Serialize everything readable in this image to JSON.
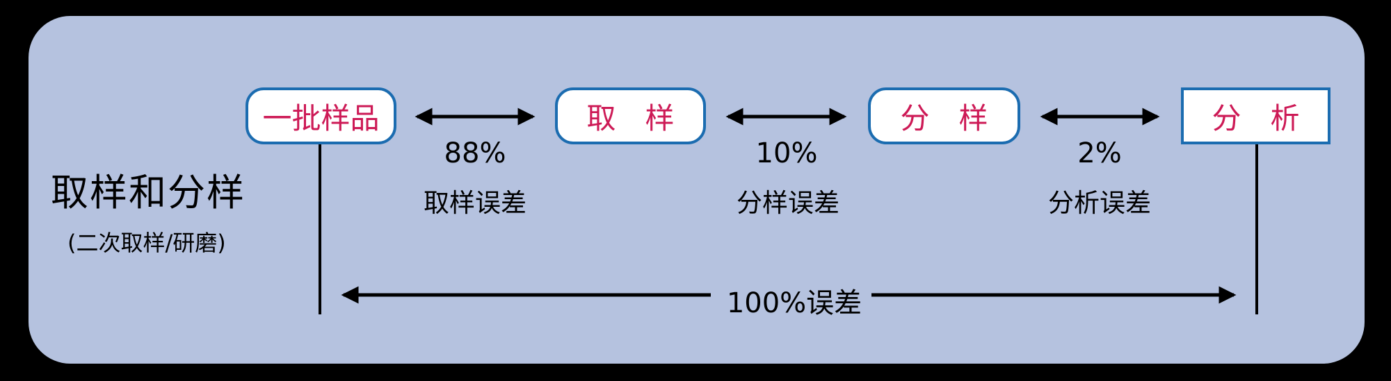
{
  "diagram": {
    "title": "取样和分样",
    "subtitle": "(二次取样/研磨)",
    "nodes": [
      {
        "id": "batch-sample",
        "label": "一批样品"
      },
      {
        "id": "sampling",
        "label": "取　样"
      },
      {
        "id": "splitting",
        "label": "分　样"
      },
      {
        "id": "analysis",
        "label": "分　析"
      }
    ],
    "error_links": [
      {
        "percent": "88%",
        "label": "取样误差"
      },
      {
        "percent": "10%",
        "label": "分样误差"
      },
      {
        "percent": "2%",
        "label": "分析误差"
      }
    ],
    "total_error_label": "100%误差",
    "colors": {
      "canvas_background": "#000000",
      "panel_background": "#b5c2df",
      "node_border": "#1b6cb0",
      "node_fill": "#ffffff",
      "node_text": "#cd1a56",
      "lines_and_text": "#000000"
    }
  }
}
